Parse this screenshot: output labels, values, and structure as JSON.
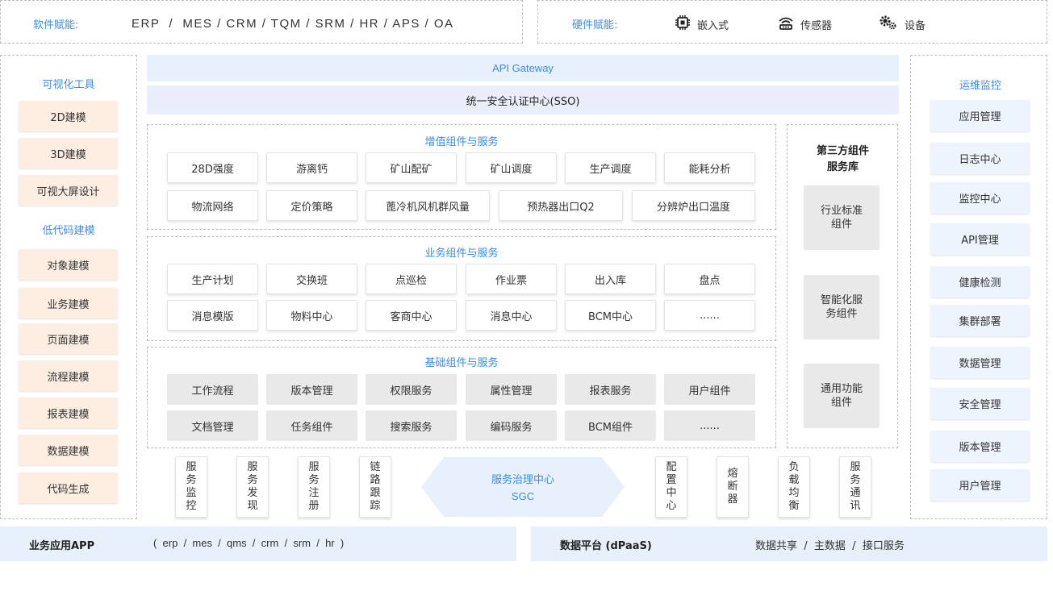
{
  "top": {
    "software": {
      "label": "软件赋能:",
      "items": "ERP  /  MES / CRM / TQM / SRM / HR / APS / OA"
    },
    "hardware": {
      "label": "硬件赋能:",
      "items": [
        {
          "icon": "chip-icon",
          "label": "嵌入式"
        },
        {
          "icon": "sensor-icon",
          "label": "传感器"
        },
        {
          "icon": "gears-icon",
          "label": "设备"
        }
      ]
    }
  },
  "left": {
    "section1_title": "可视化工具",
    "section1_items": [
      "2D建模",
      "3D建模",
      "可视大屏设计"
    ],
    "section2_title": "低代码建模",
    "section2_items": [
      "对象建模",
      "业务建模",
      "页面建模",
      "流程建模",
      "报表建模",
      "数据建模",
      "代码生成"
    ]
  },
  "right": {
    "title": "运维监控",
    "items": [
      "应用管理",
      "日志中心",
      "监控中心",
      "API管理",
      "健康检测",
      "集群部署",
      "数据管理",
      "安全管理",
      "版本管理",
      "用户管理"
    ]
  },
  "center": {
    "api_gateway": "API Gateway",
    "sso": "统一安全认证中心(SSO)",
    "value_added": {
      "title": "增值组件与服务",
      "row1": [
        "28D强度",
        "游离钙",
        "矿山配矿",
        "矿山调度",
        "生产调度",
        "能耗分析"
      ],
      "row2": [
        "物流网络",
        "定价策略",
        "蓖冷机风机群风量",
        "预热器出口Q2",
        "分辨炉出口温度"
      ]
    },
    "business": {
      "title": "业务组件与服务",
      "row1": [
        "生产计划",
        "交换班",
        "点巡检",
        "作业票",
        "出入库",
        "盘点"
      ],
      "row2": [
        "消息模版",
        "物料中心",
        "客商中心",
        "消息中心",
        "BCM中心",
        "......"
      ]
    },
    "base": {
      "title": "基础组件与服务",
      "row1": [
        "工作流程",
        "版本管理",
        "权限服务",
        "属性管理",
        "报表服务",
        "用户组件"
      ],
      "row2": [
        "文档管理",
        "任务组件",
        "搜索服务",
        "编码服务",
        "BCM组件",
        "......"
      ]
    },
    "third_party": {
      "title_line1": "第三方组件",
      "title_line2": "服务库",
      "boxes": [
        "行业标准组件",
        "智能化服务组件",
        "通用功能组件"
      ]
    }
  },
  "governance": {
    "left_items": [
      "服务监控",
      "服务发现",
      "服务注册",
      "链路跟踪"
    ],
    "center_line1": "服务治理中心",
    "center_line2": "SGC",
    "right_items": [
      "配置中心",
      "熔断器",
      "负载均衡",
      "服务通讯"
    ]
  },
  "bottom": {
    "app_label": "业务应用APP",
    "app_items": "(  erp  /  mes  /  qms  /  crm  /  srm  /  hr  )",
    "data_label": "数据平台 (dPaaS)",
    "data_items": "数据共享  /  主数据  /  接口服务"
  },
  "colors": {
    "accent": "#3a8ee6",
    "api_band": "#e8f1fb",
    "sso_band": "#eaeefb",
    "left_btn": "#fdeee1",
    "right_btn": "#edf4fd",
    "gray_box": "#e9e9ea"
  }
}
